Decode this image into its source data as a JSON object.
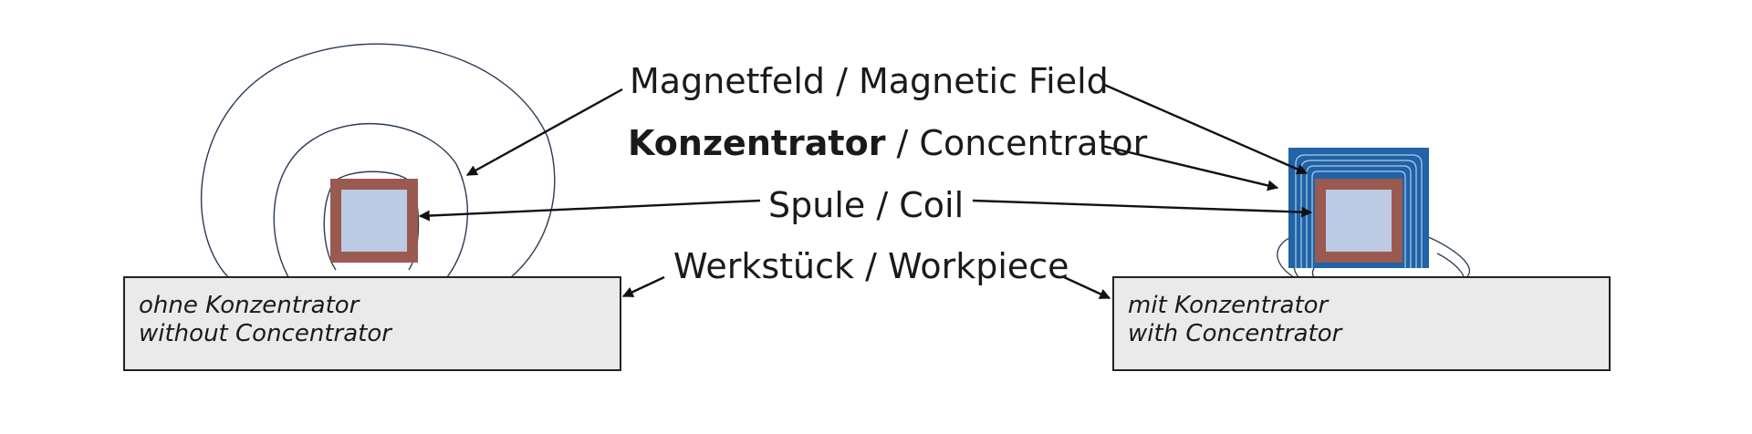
{
  "labels": {
    "magnetic_field": "Magnetfeld / Magnetic Field",
    "concentrator_bold": "Konzentrator",
    "concentrator_rest": " / Concentrator",
    "coil": "Spule / Coil",
    "workpiece": "Werkstück / Workpiece"
  },
  "left_panel": {
    "caption_line1": "ohne Konzentrator",
    "caption_line2": "without Concentrator"
  },
  "right_panel": {
    "caption_line1": "mit Konzentrator",
    "caption_line2": "with Concentrator"
  },
  "colors": {
    "coil_copper": "#9a5a50",
    "coil_core": "#bccbe3",
    "concentrator": "#1f63a8",
    "workpiece_fill": "#eaeaea",
    "field_lines": "#2a3a55"
  }
}
